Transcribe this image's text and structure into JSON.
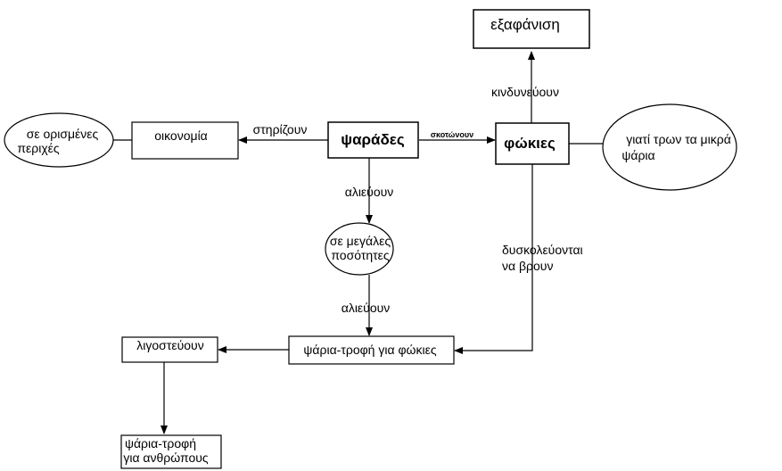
{
  "nodes": {
    "psarades": "ψαράδες",
    "fokies": "φώκιες",
    "exafanisi": "εξαφάνιση",
    "oikonomia": "οικονομία",
    "se_orismenes_1": "σε ορισμένες",
    "se_orismenes_2": "περιχές",
    "giati_1": "γιατί τρων τα μικρά",
    "giati_2": "ψάρια",
    "megales_1": "σε μεγάλες",
    "megales_2": "ποσότητες",
    "psaria_trofi_fokies": "ψάρια-τροφή για φώκιες",
    "ligosteuoun": "λιγοστεύουν",
    "psaria_anthropous_1": "ψάρια-τροφή",
    "psaria_anthropous_2": "για ανθρώπους"
  },
  "edges": {
    "stirizoun": "στηρίζουν",
    "skotonoun": "σκοτώνουν",
    "kindyneuoun": "κινδυνεύουν",
    "alieuoun_1": "αλιεύουν",
    "alieuoun_2": "αλιεύουν",
    "dyskoleuontai_1": "δυσκολεύονται",
    "dyskoleuontai_2": "να βρουν"
  }
}
